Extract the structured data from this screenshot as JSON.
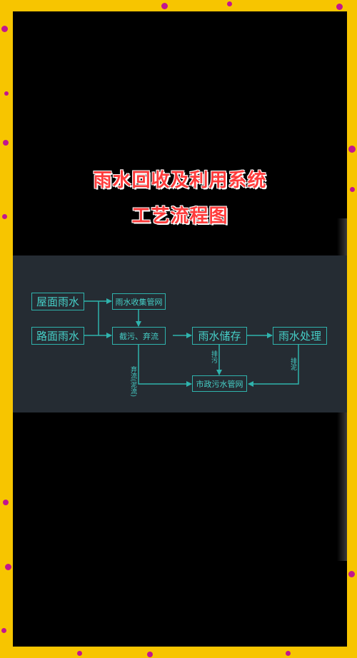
{
  "title": {
    "line1": "雨水回收及利用系统",
    "line2": "工艺流程图"
  },
  "diagram": {
    "nodes": {
      "roof_rain": "屋面雨水",
      "road_rain": "路面雨水",
      "collection": "雨水收集管网",
      "interception": "截污、弃流",
      "storage": "雨水储存",
      "treatment": "雨水处理",
      "municipal": "市政污水管网"
    },
    "edge_labels": {
      "discard": "弃流(泥流)",
      "sewage": "排污",
      "sludge": "排泥"
    },
    "colors": {
      "line": "#2fb3ad",
      "text": "#46d0c8",
      "background": "#252c33"
    }
  }
}
